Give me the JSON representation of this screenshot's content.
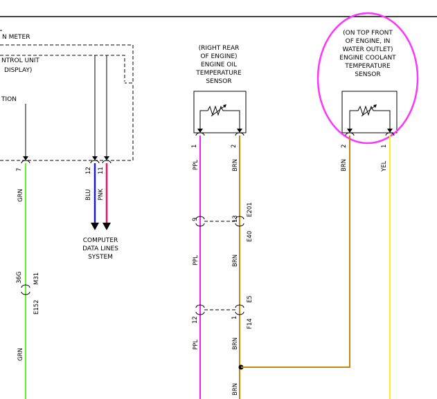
{
  "top_left": {
    "meter_label": "N METER",
    "control_unit_line1": "NTROL UNIT",
    "control_unit_line2": "DISPLAY)",
    "function_label": "TION"
  },
  "oil_sensor": {
    "line1": "(RIGHT REAR",
    "line2": "OF ENGINE)",
    "line3": "ENGINE OIL",
    "line4": "TEMPERATURE",
    "line5": "SENSOR"
  },
  "coolant_sensor": {
    "line1": "(ON TOP FRONT",
    "line2": "OF ENGINE, IN",
    "line3": "WATER OUTLET)",
    "line4": "ENGINE COOLANT",
    "line5": "TEMPERATURE",
    "line6": "SENSOR",
    "highlight_color": "#ff33ff"
  },
  "computer_data_lines": {
    "line1": "COMPUTER",
    "line2": "DATA LINES",
    "line3": "SYSTEM"
  },
  "wires": {
    "grn_top": "GRN",
    "grn_bottom": "GRN",
    "blu": "BLU",
    "pnk": "PNK",
    "ppl_1": "PPL",
    "ppl_2": "PPL",
    "ppl_3": "PPL",
    "brn_1": "BRN",
    "brn_2": "BRN",
    "brn_3": "BRN",
    "brn_4": "BRN",
    "brn_coolant": "BRN",
    "yel": "YEL"
  },
  "pins": {
    "grn": "7",
    "blu": "12",
    "pnk": "11",
    "oil_ppl": "1",
    "oil_brn": "2",
    "coolant_brn": "2",
    "coolant_yel": "1",
    "ppl_c1": "9",
    "brn_c1": "13",
    "ppl_c2": "12",
    "brn_c2": "1",
    "grn_c": "36G"
  },
  "connectors": {
    "e201": "E201",
    "e40": "E40",
    "e5": "E5",
    "f14": "F14",
    "m31": "M31",
    "e152": "E152"
  },
  "colors": {
    "grn": "#66ee33",
    "blu": "#1a1acc",
    "pnk": "#ee1166",
    "ppl": "#ee22ee",
    "brn": "#c8850f",
    "yel": "#ffee22"
  }
}
